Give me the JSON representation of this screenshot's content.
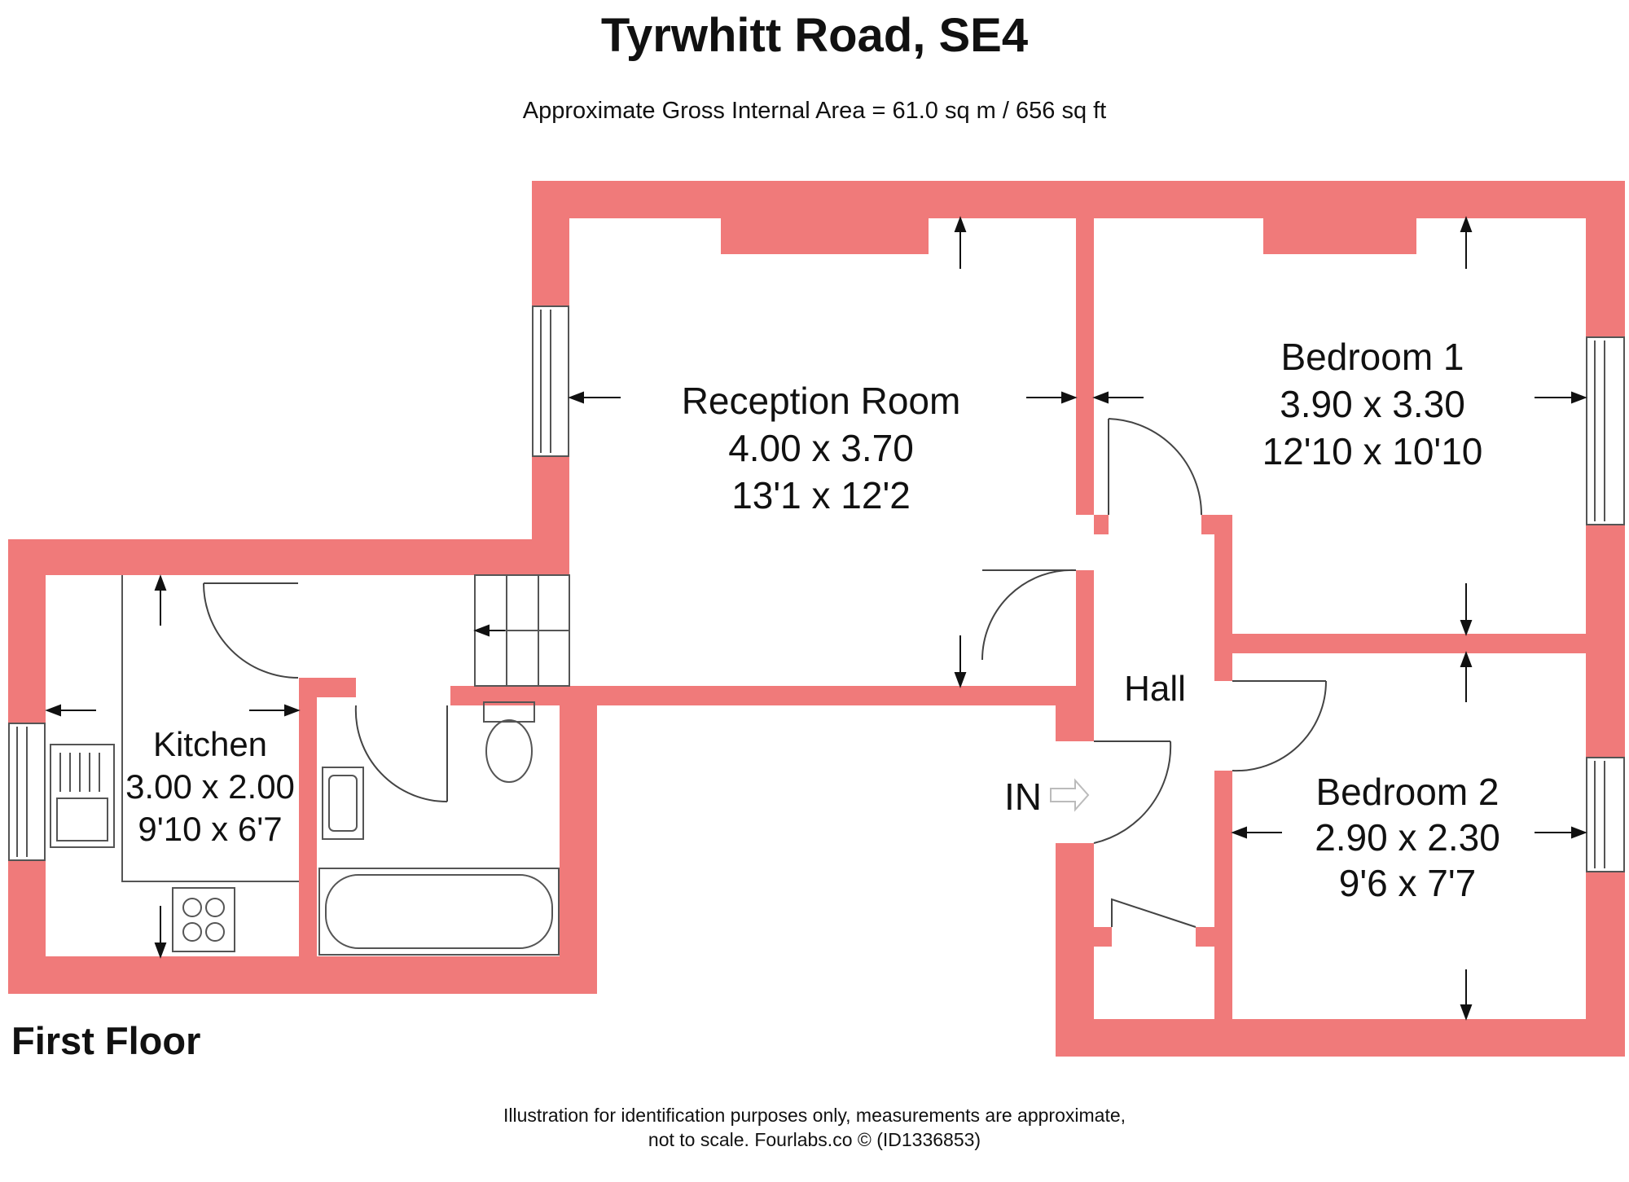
{
  "header": {
    "title": "Tyrwhitt Road, SE4",
    "area": "Approximate Gross Internal Area = 61.0 sq m / 656 sq ft"
  },
  "floor_label": "First Floor",
  "rooms": {
    "reception": {
      "name": "Reception Room",
      "metric": "4.00 x 3.70",
      "imperial": "13'1 x 12'2"
    },
    "bedroom1": {
      "name": "Bedroom 1",
      "metric": "3.90 x 3.30",
      "imperial": "12'10 x 10'10"
    },
    "bedroom2": {
      "name": "Bedroom 2",
      "metric": "2.90 x 2.30",
      "imperial": "9'6 x 7'7"
    },
    "kitchen": {
      "name": "Kitchen",
      "metric": "3.00 x 2.00",
      "imperial": "9'10 x 6'7"
    },
    "hall": {
      "name": "Hall"
    }
  },
  "entrance_label": "IN",
  "footer": {
    "line1": "Illustration for identification purposes only, measurements are approximate,",
    "line2": "not to scale. Fourlabs.co © (ID1336853)"
  },
  "colors": {
    "wall": "#f07a7a",
    "line": "#333333"
  }
}
